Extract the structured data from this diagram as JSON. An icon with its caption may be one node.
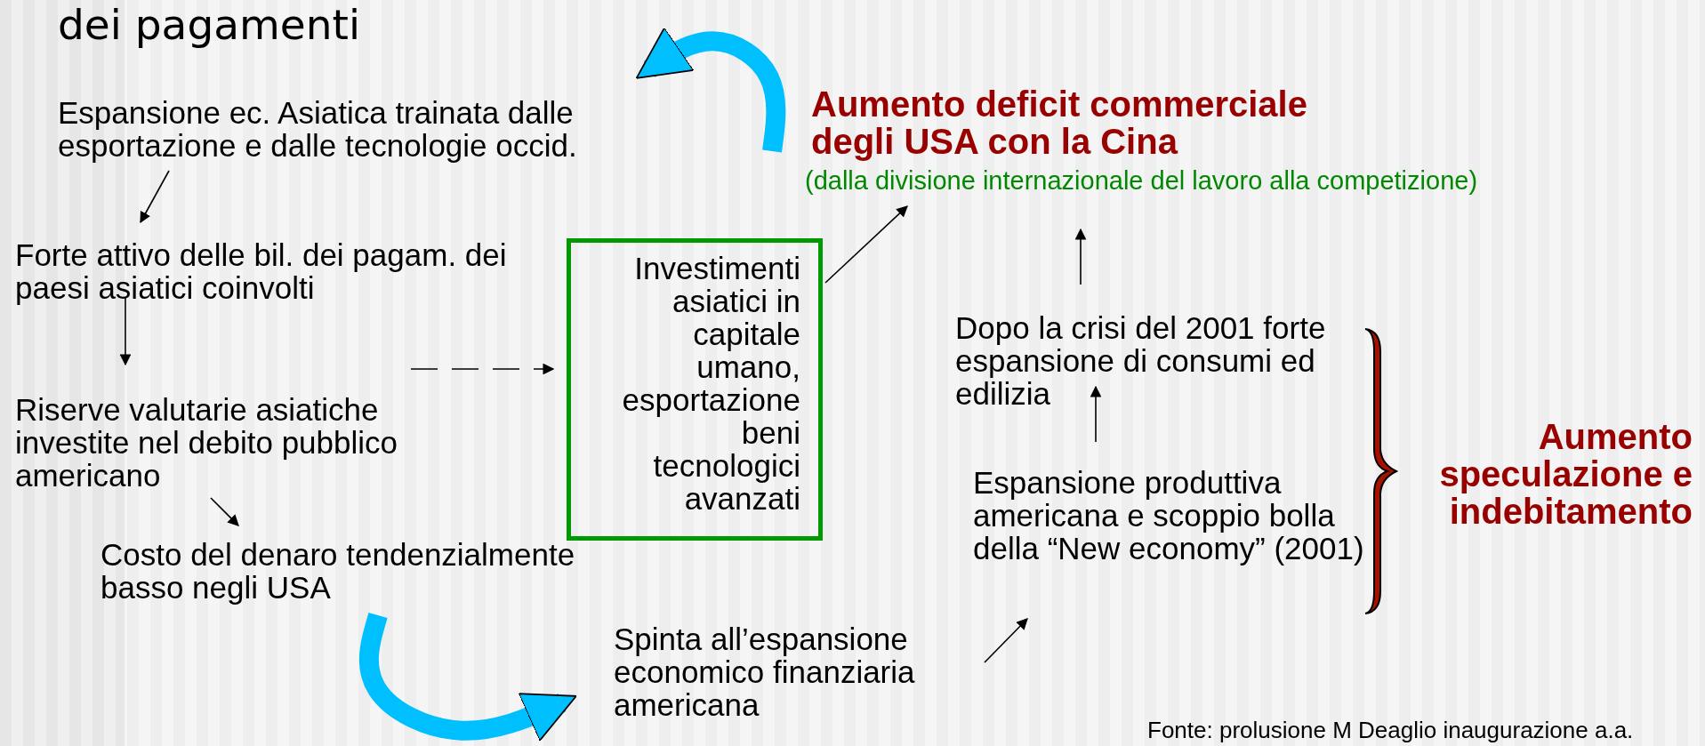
{
  "diagram": {
    "title": "dei pagamenti",
    "nodes": [
      {
        "text": [
          "Espansione ec. Asiatica trainata dalle esportazione e dalle tecnologie occid."
        ]
      },
      {
        "text": [
          "Forte attivo delle bil. dei pagam. dei paesi asiatici coinvolti"
        ]
      },
      {
        "text": [
          "Riserve valutarie asiatiche investite nel debito pubblico americano"
        ]
      },
      {
        "text": [
          "Costo del denaro tendenzialmente basso negli USA"
        ]
      },
      {
        "text": [
          "Investimenti asiatici in capitale umano, esportazione beni tecnologici avanzati"
        ]
      },
      {
        "text": [
          "Aumento deficit commerciale degli USA con la Cina"
        ],
        "beside": [
          "(dalla divisione internazionale del lavoro alla competizione)"
        ]
      },
      {
        "text": [
          "Dopo la crisi del 2001 forte espansione di consumi ed edilizia"
        ]
      },
      {
        "text": [
          "Espansione produttiva americana e scoppio bolla della “New economy” (2001)"
        ]
      },
      {
        "text": [
          "Spinta all’espansione economico finanziaria americana"
        ]
      },
      {
        "text": [],
        "shape": "brace"
      },
      {
        "text": [
          "Aumento speculazione e indebitamento"
        ]
      }
    ],
    "edges": [
      {
        "from": 0,
        "to": 1,
        "arrow": "to"
      },
      {
        "from": 1,
        "to": 2,
        "arrow": "to"
      },
      {
        "from": 2,
        "to": 3,
        "arrow": "to"
      },
      {
        "from": 3,
        "to": 8,
        "arrow": "to",
        "style": "thick",
        "color": "#00bfff"
      },
      {
        "from": 2,
        "to": 4,
        "arrow": "to",
        "style": "dashed"
      },
      {
        "from": 4,
        "to": 5,
        "arrow": "to"
      },
      {
        "from": 5,
        "to": 0,
        "arrow": "to",
        "style": "thick",
        "color": "#00bfff"
      },
      {
        "from": 6,
        "to": 5,
        "arrow": "to"
      },
      {
        "from": 7,
        "to": 6,
        "arrow": "to"
      },
      {
        "from": 8,
        "to": 7,
        "arrow": "to"
      }
    ],
    "labels": [
      "Fonte: prolusione M Deaglio inaugurazione a.a."
    ]
  }
}
